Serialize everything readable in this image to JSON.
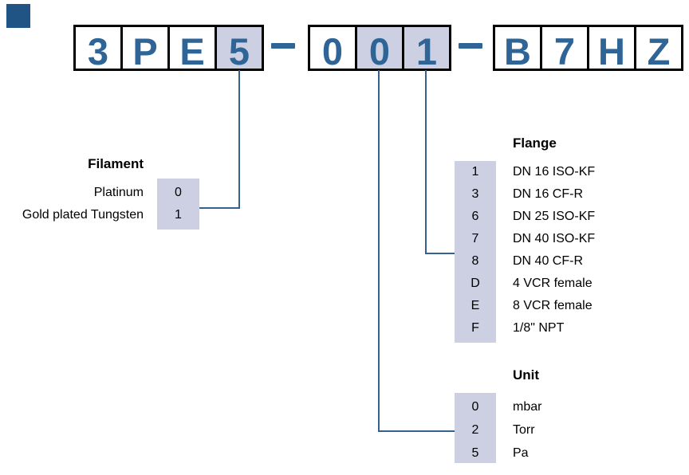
{
  "code_row": {
    "full_code": "3PE5-001-B7HZ",
    "separator": "-",
    "groups": [
      {
        "cells": [
          {
            "char": "3",
            "highlight": false
          },
          {
            "char": "P",
            "highlight": false
          },
          {
            "char": "E",
            "highlight": false
          },
          {
            "char": "5",
            "highlight": true
          }
        ]
      },
      {
        "cells": [
          {
            "char": "0",
            "highlight": false
          },
          {
            "char": "0",
            "highlight": true
          },
          {
            "char": "1",
            "highlight": true
          }
        ]
      },
      {
        "cells": [
          {
            "char": "B",
            "highlight": false
          },
          {
            "char": "7",
            "highlight": false
          },
          {
            "char": "H",
            "highlight": false
          },
          {
            "char": "Z",
            "highlight": false
          }
        ]
      }
    ]
  },
  "filament": {
    "title": "Filament",
    "options": [
      {
        "label": "Platinum",
        "code": "0"
      },
      {
        "label": "Gold plated Tungsten",
        "code": "1"
      }
    ]
  },
  "flange": {
    "title": "Flange",
    "options": [
      {
        "code": "1",
        "label": "DN 16 ISO-KF"
      },
      {
        "code": "3",
        "label": "DN 16 CF-R"
      },
      {
        "code": "6",
        "label": "DN 25 ISO-KF"
      },
      {
        "code": "7",
        "label": "DN 40 ISO-KF"
      },
      {
        "code": "8",
        "label": "DN 40 CF-R"
      },
      {
        "code": "D",
        "label": "4 VCR female"
      },
      {
        "code": "E",
        "label": "8 VCR female"
      },
      {
        "code": "F",
        "label": "1/8\" NPT"
      }
    ]
  },
  "unit": {
    "title": "Unit",
    "options": [
      {
        "code": "0",
        "label": "mbar"
      },
      {
        "code": "2",
        "label": "Torr"
      },
      {
        "code": "5",
        "label": "Pa"
      }
    ]
  },
  "colors": {
    "code_blue": "#2e6496",
    "highlight_fill": "#ccd0e2",
    "leader_line": "#35608f",
    "box_border": "#000000",
    "text": "#000000",
    "corner_square": "#1f5484"
  }
}
